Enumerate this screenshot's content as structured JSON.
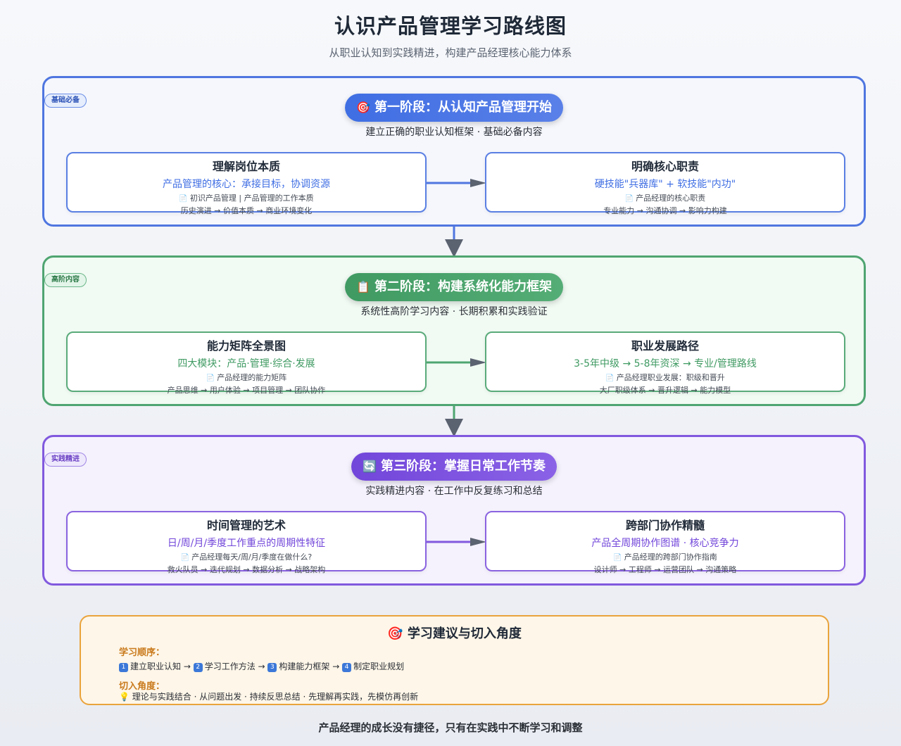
{
  "header": {
    "title": "认识产品管理学习路线图",
    "subtitle": "从职业认知到实践精进，构建产品经理核心能力体系"
  },
  "stages": [
    {
      "tag": "基础必备",
      "icon": "🎯",
      "icon_name": "target-icon",
      "title": "第一阶段：从认知产品管理开始",
      "desc": "建立正确的职业认知框架 · 基础必备内容",
      "color": "#4f76e0",
      "cards": [
        {
          "title": "理解岗位本质",
          "highlight": "产品管理的核心：承接目标，协调资源",
          "doc": "初识产品管理 | 产品管理的工作本质",
          "flow": "历史演进 → 价值本质 → 商业环境变化"
        },
        {
          "title": "明确核心职责",
          "highlight": "硬技能\"兵器库\" + 软技能\"内功\"",
          "doc": "产品经理的核心职责",
          "flow": "专业能力 → 沟通协调 → 影响力构建"
        }
      ]
    },
    {
      "tag": "高阶内容",
      "icon": "📋",
      "icon_name": "clipboard-icon",
      "title": "第二阶段：构建系统化能力框架",
      "desc": "系统性高阶学习内容 · 长期积累和实践验证",
      "color": "#4fa571",
      "cards": [
        {
          "title": "能力矩阵全景图",
          "highlight": "四大模块：产品·管理·综合·发展",
          "doc": "产品经理的能力矩阵",
          "flow": "产品思维 → 用户体验 → 项目管理 → 团队协作"
        },
        {
          "title": "职业发展路径",
          "highlight": "3-5年中级 → 5-8年资深 → 专业/管理路线",
          "doc": "产品经理职业发展：职级和晋升",
          "flow": "大厂职级体系 → 晋升逻辑 → 能力模型"
        }
      ]
    },
    {
      "tag": "实践精进",
      "icon": "🔄",
      "icon_name": "refresh-icon",
      "title": "第三阶段：掌握日常工作节奏",
      "desc": "实践精进内容 · 在工作中反复练习和总结",
      "color": "#8159de",
      "cards": [
        {
          "title": "时间管理的艺术",
          "highlight": "日/周/月/季度工作重点的周期性特征",
          "doc": "产品经理每天/周/月/季度在做什么?",
          "flow": "救火队员 → 迭代规划 → 数据分析 → 战略架构"
        },
        {
          "title": "跨部门协作精髓",
          "highlight": "产品全周期协作图谱 · 核心竞争力",
          "doc": "产品经理的跨部门协作指南",
          "flow": "设计师 → 工程师 → 运营团队 → 沟通策略"
        }
      ]
    }
  ],
  "doc_icon": "📄",
  "advice": {
    "icon": "🎯",
    "title": "学习建议与切入角度",
    "order_label": "学习顺序：",
    "order_steps": [
      "建立职业认知",
      "学习工作方法",
      "构建能力框架",
      "制定职业规划"
    ],
    "order_numbers": [
      "1",
      "2",
      "3",
      "4"
    ],
    "angle_label": "切入角度：",
    "angle_icon": "💡",
    "angle_text": "理论与实践结合 · 从问题出发 · 持续反思总结 · 先理解再实践，先模仿再创新"
  },
  "footer": "产品经理的成长没有捷径，只有在实践中不断学习和调整"
}
